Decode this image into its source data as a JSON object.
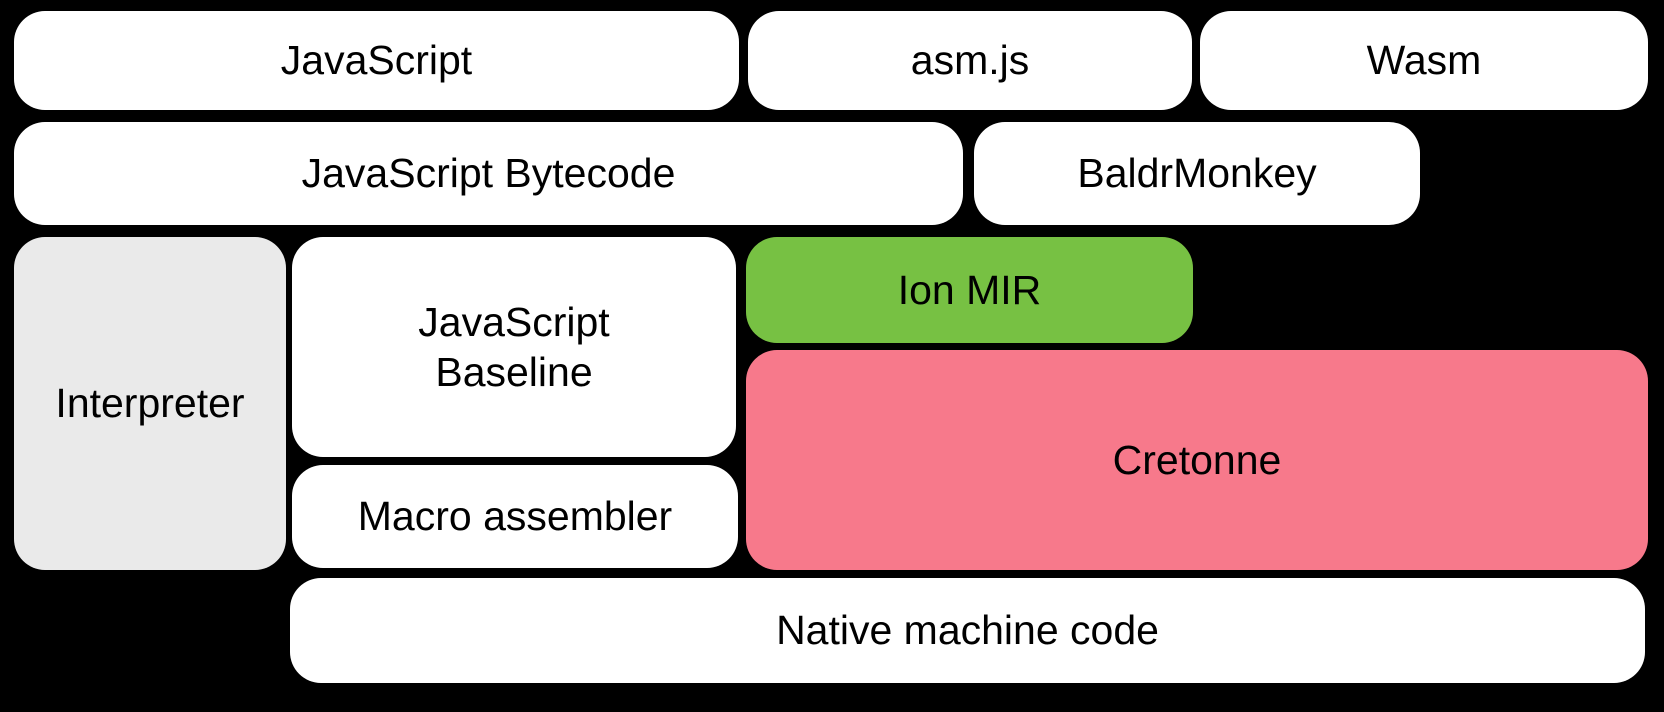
{
  "diagram": {
    "background_color": "#000000",
    "text_color": "#000000",
    "colors": {
      "box_default": "#ffffff",
      "interpreter_gray": "#eaeaea",
      "ion_mir_green": "#77c143",
      "cretonne_pink": "#f7798b"
    },
    "boxes": {
      "javascript": {
        "label": "JavaScript"
      },
      "asmjs": {
        "label": "asm.js"
      },
      "wasm": {
        "label": "Wasm"
      },
      "bytecode": {
        "label": "JavaScript Bytecode"
      },
      "baldrmonkey": {
        "label": "BaldrMonkey"
      },
      "interpreter": {
        "label": "Interpreter"
      },
      "baseline": {
        "label": "JavaScript\nBaseline"
      },
      "ion_mir": {
        "label": "Ion MIR"
      },
      "cretonne": {
        "label": "Cretonne"
      },
      "macro_assembler": {
        "label": "Macro assembler"
      },
      "native_machine_code": {
        "label": "Native machine code"
      }
    }
  }
}
